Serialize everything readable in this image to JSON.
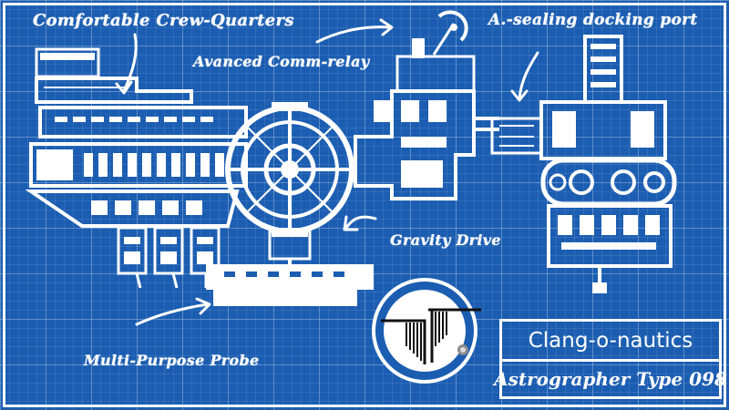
{
  "callouts": {
    "crew_quarters": "Comfortable Crew-Quarters",
    "comm_relay": "Avanced Comm-relay",
    "docking_port": "A.-sealing docking port",
    "gravity_drive": "Gravity Drive",
    "probe": "Multi-Purpose Probe"
  },
  "title_block": {
    "brand": "Clang-o-nautics",
    "model": "Astrographer Type 098"
  },
  "icons": {
    "logo": "clang-o-nautics-logo-icon",
    "arrows": "hand-drawn-arrow-icon"
  },
  "colors": {
    "background": "#1b5db1",
    "ink": "#ffffff"
  }
}
